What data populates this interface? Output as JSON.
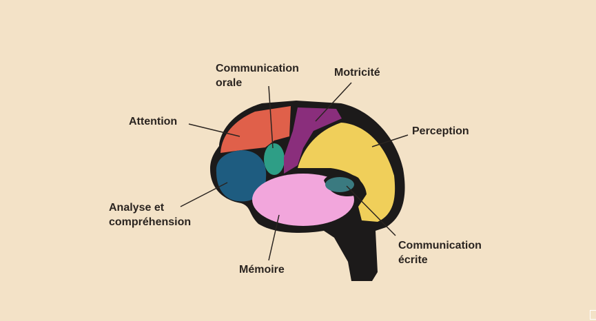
{
  "labels": {
    "communication_orale": [
      "Communication",
      "orale"
    ],
    "motricite": "Motricité",
    "attention": "Attention",
    "perception": "Perception",
    "analyse": [
      "Analyse et",
      "compréhension"
    ],
    "memoire": "Mémoire",
    "communication_ecrite": [
      "Communication",
      "écrite"
    ]
  },
  "colors": {
    "background": "#f3e2c7",
    "outline": "#1c1a1a",
    "attention": "#e0604a",
    "communication_orale": "#2e9e86",
    "motricite": "#8a2e7c",
    "perception": "#f0cf5a",
    "analyse": "#1e5c80",
    "memoire": "#f2a6dc",
    "communication_ecrite": "#3a7a80"
  }
}
